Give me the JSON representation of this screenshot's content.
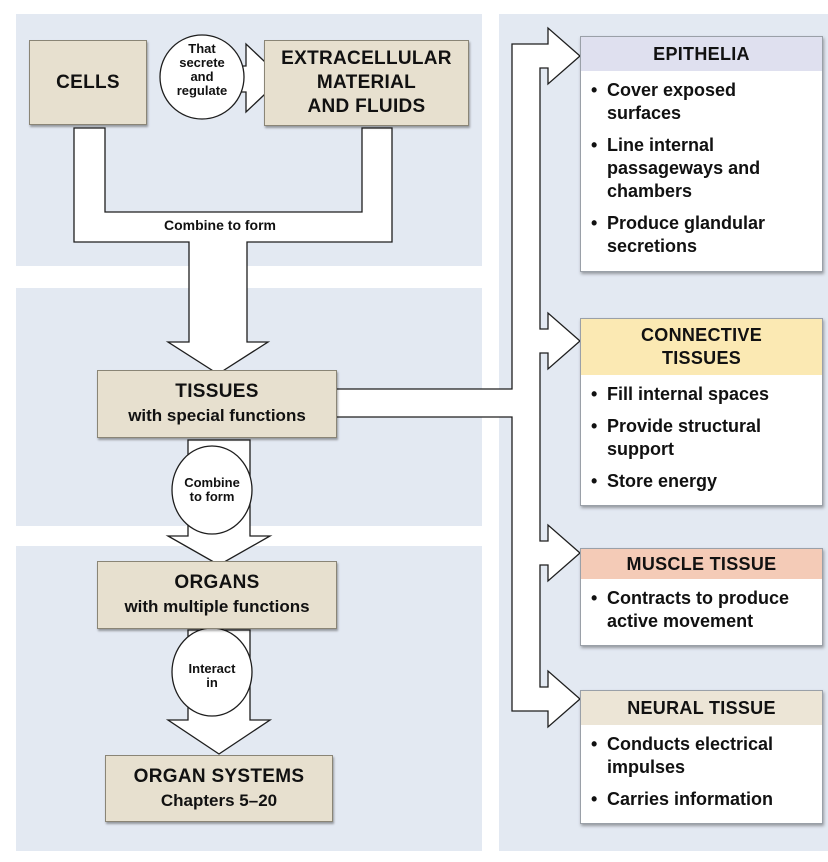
{
  "colors": {
    "panel_bg": "#e3e9f2",
    "box_fill": "#e7e0cf",
    "epithelia_header": "#dfe0ef",
    "connective_header": "#fbe9b3",
    "muscle_header": "#f4cbb7",
    "neural_header": "#ece5d6"
  },
  "left": {
    "cells": "CELLS",
    "secrete_bubble": [
      "That",
      "secrete",
      "and",
      "regulate"
    ],
    "extracellular": [
      "EXTRACELLULAR",
      "MATERIAL",
      "AND FLUIDS"
    ],
    "combine_label": "Combine to form",
    "tissues": {
      "title": "TISSUES",
      "subtitle": "with special functions"
    },
    "combine_bubble": [
      "Combine",
      "to form"
    ],
    "organs": {
      "title": "ORGANS",
      "subtitle": "with multiple functions"
    },
    "interact_bubble": [
      "Interact",
      "in"
    ],
    "organ_systems": {
      "title": "ORGAN SYSTEMS",
      "subtitle": "Chapters 5–20"
    }
  },
  "tissue_types": [
    {
      "name": "EPITHELIA",
      "items": [
        "Cover exposed surfaces",
        "Line internal passageways and chambers",
        "Produce glandular secretions"
      ]
    },
    {
      "name": "CONNECTIVE TISSUES",
      "items": [
        "Fill internal spaces",
        "Provide structural support",
        "Store energy"
      ]
    },
    {
      "name": "MUSCLE TISSUE",
      "items": [
        "Contracts to produce active movement"
      ]
    },
    {
      "name": "NEURAL TISSUE",
      "items": [
        "Conducts electrical impulses",
        "Carries information"
      ]
    }
  ]
}
